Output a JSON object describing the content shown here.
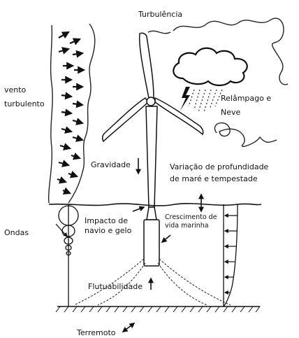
{
  "labels": {
    "turbulence": "Turbulência",
    "wind_line1": "vento",
    "wind_line2": "turbulento",
    "lightning_line1": "Relâmpago e",
    "lightning_line2": "Neve",
    "gravity": "Gravidade",
    "tide_line1": "Variação de profundidade",
    "tide_line2": "de maré e tempestade",
    "waves": "Ondas",
    "impact_line1": "Impacto de",
    "impact_line2": "navio e gelo",
    "growth_line1": "Crescimento de",
    "growth_line2": "vida marinha",
    "buoyancy": "Flutuabilidade",
    "earthquake": "Terremoto"
  },
  "icons": [
    "wind-arrows-icon",
    "cloud-icon",
    "lightning-rain-icon",
    "turbulence-swirl-icon",
    "wave-profile-icon",
    "current-profile-icon",
    "earthquake-arrow-icon",
    "wind-turbine-icon"
  ],
  "colors": {
    "ink": "#111111",
    "background": "#ffffff"
  }
}
